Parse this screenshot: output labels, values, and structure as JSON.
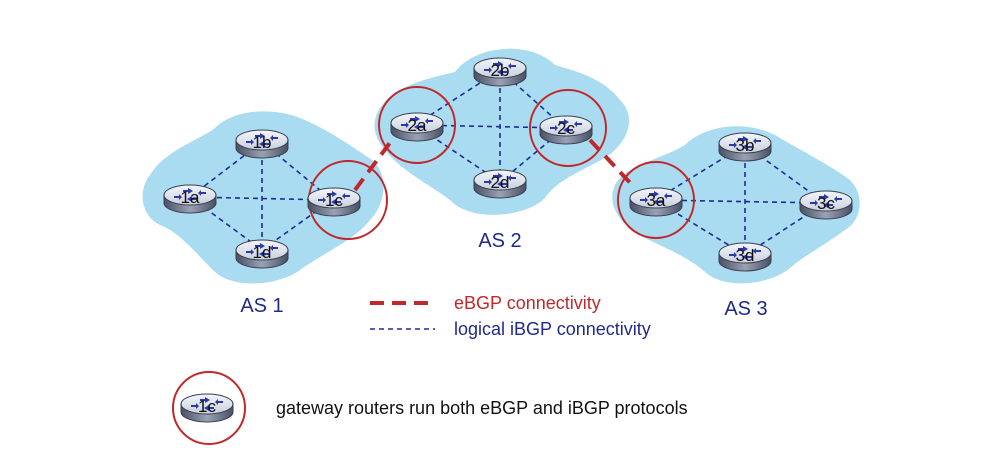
{
  "colors": {
    "cloud": "#a9dcf0",
    "ibgp": "#1f2a9a",
    "ebgp": "#c0282b",
    "as_label": "#1f2a8a",
    "router_body": "#8a93a6"
  },
  "as_labels": {
    "as1": "AS 1",
    "as2": "AS 2",
    "as3": "AS 3"
  },
  "routers": {
    "r1a": "1a",
    "r1b": "1b",
    "r1c": "1c",
    "r1d": "1d",
    "r2a": "2a",
    "r2b": "2b",
    "r2c": "2c",
    "r2d": "2d",
    "r3a": "3a",
    "r3b": "3b",
    "r3c": "3c",
    "r3d": "3d"
  },
  "legend": {
    "ebgp": "eBGP connectivity",
    "ibgp": "logical iBGP connectivity",
    "gateway_router": "1c",
    "gateway_text": "gateway routers run both eBGP and iBGP protocols"
  }
}
